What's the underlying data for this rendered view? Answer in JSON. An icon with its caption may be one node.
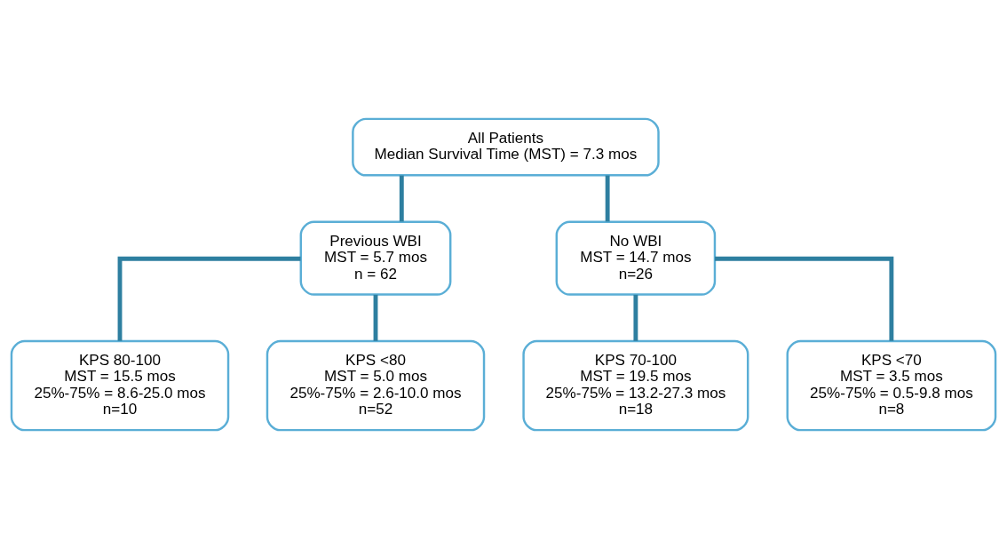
{
  "diagram": {
    "nodes": [
      {
        "text": [
          "All Patients",
          "Median Survival Time (MST) = 7.3 mos"
        ]
      },
      {
        "text": [
          "Previous WBI",
          "MST = 5.7 mos",
          "n = 62"
        ]
      },
      {
        "text": [
          "No WBI",
          "MST = 14.7 mos",
          "n=26"
        ]
      },
      {
        "text": [
          "KPS 80-100",
          "MST = 15.5 mos",
          "25%-75% = 8.6-25.0 mos",
          "n=10"
        ]
      },
      {
        "text": [
          "KPS <80",
          "MST = 5.0 mos",
          "25%-75% = 2.6-10.0 mos",
          "n=52"
        ]
      },
      {
        "text": [
          "KPS 70-100",
          "MST = 19.5 mos",
          "25%-75% = 13.2-27.3 mos",
          "n=18"
        ]
      },
      {
        "text": [
          "KPS <70",
          "MST = 3.5 mos",
          "25%-75% = 0.5-9.8 mos",
          "n=8"
        ]
      }
    ],
    "edges": [
      {
        "from": 0,
        "to": 1,
        "arrow": "none"
      },
      {
        "from": 0,
        "to": 2,
        "arrow": "none"
      },
      {
        "from": 1,
        "to": 3,
        "arrow": "none"
      },
      {
        "from": 1,
        "to": 4,
        "arrow": "none"
      },
      {
        "from": 2,
        "to": 5,
        "arrow": "none"
      },
      {
        "from": 2,
        "to": 6,
        "arrow": "none"
      }
    ]
  }
}
